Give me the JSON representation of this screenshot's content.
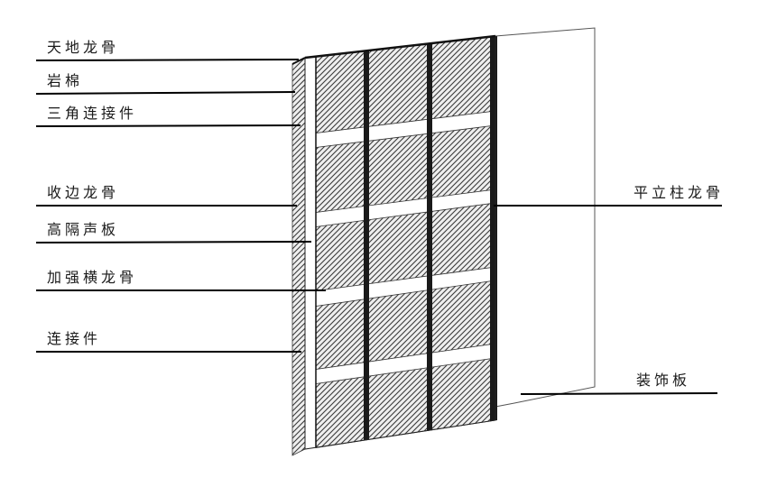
{
  "diagram": {
    "type": "construction-detail-partition-wall",
    "labels_left": [
      {
        "text": "天地龙骨"
      },
      {
        "text": "岩棉"
      },
      {
        "text": "三角连接件"
      },
      {
        "text": "收边龙骨"
      },
      {
        "text": "高隔声板"
      },
      {
        "text": "加强横龙骨"
      },
      {
        "text": "连接件"
      }
    ],
    "labels_right": [
      {
        "text": "平立柱龙骨"
      },
      {
        "text": "装饰板"
      }
    ],
    "colors": {
      "leader_line": "#000000",
      "hatch": "#3a3a3a",
      "stud": "#1a1a1a",
      "panel_outline": "#333333",
      "decor_outline": "#555555"
    }
  }
}
